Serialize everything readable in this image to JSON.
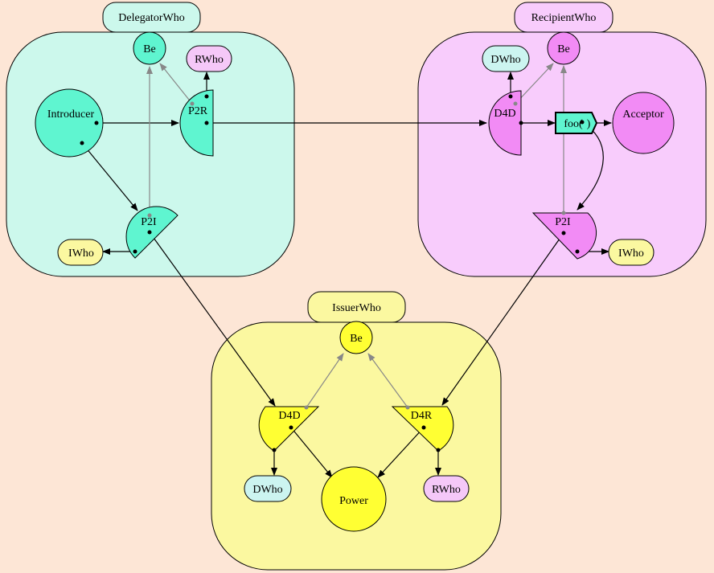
{
  "colors": {
    "background": "#fde6d6",
    "delegator": "#ccf8ec",
    "delegator_node": "#5ff5d0",
    "recipient": "#f8ccfc",
    "recipient_node": "#f28bf5",
    "issuer": "#fbf8a0",
    "issuer_node": "#ffff33",
    "rwho_pill": "#f5c8f8",
    "dwho_pill": "#ccf4f0",
    "iwho_pill": "#fbf8a0"
  },
  "vats": {
    "delegator": {
      "title": "DelegatorWho",
      "be": "Be",
      "rwho": "RWho",
      "introducer": "Introducer",
      "p2r": "P2R",
      "p2i": "P2I",
      "iwho": "IWho"
    },
    "recipient": {
      "title": "RecipientWho",
      "be": "Be",
      "dwho": "DWho",
      "d4d": "D4D",
      "foo": "foo(",
      "foo_close": ")",
      "acceptor": "Acceptor",
      "p2i": "P2I",
      "iwho": "IWho"
    },
    "issuer": {
      "title": "IssuerWho",
      "be": "Be",
      "d4d": "D4D",
      "d4r": "D4R",
      "dwho": "DWho",
      "power": "Power",
      "rwho": "RWho"
    }
  }
}
